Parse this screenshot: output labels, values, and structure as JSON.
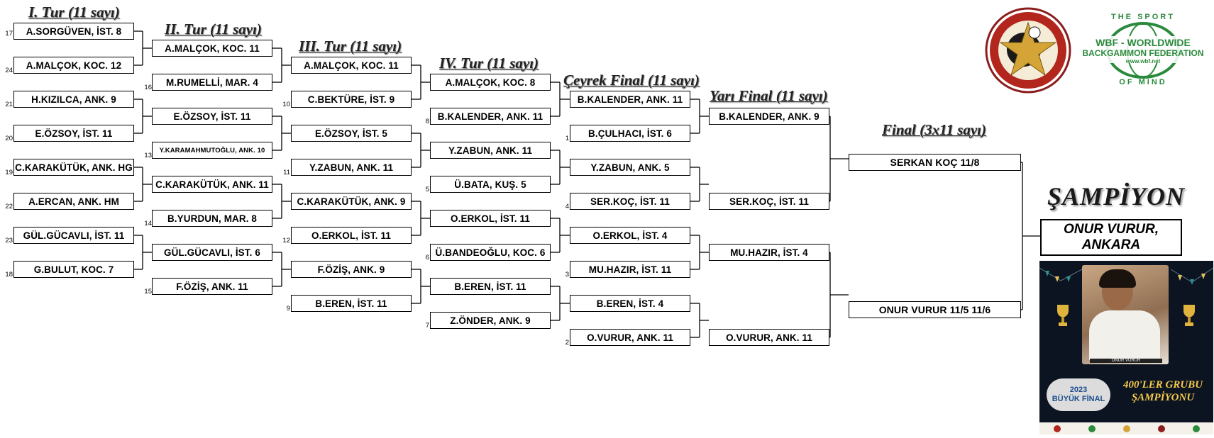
{
  "rounds": {
    "r1": {
      "title": "I. Tur (11 sayı)",
      "matches": [
        {
          "seed": "17",
          "label": "A.SORGÜVEN, İST.  8"
        },
        {
          "seed": "24",
          "label": "A.MALÇOK, KOC.  12"
        },
        {
          "seed": "21",
          "label": "H.KIZILCA, ANK.  9"
        },
        {
          "seed": "20",
          "label": "E.ÖZSOY, İST.  11"
        },
        {
          "seed": "19",
          "label": "C.KARAKÜTÜK, ANK. HG"
        },
        {
          "seed": "22",
          "label": "A.ERCAN, ANK. HM"
        },
        {
          "seed": "23",
          "label": "GÜL.GÜCAVLI, İST.  11"
        },
        {
          "seed": "18",
          "label": "G.BULUT, KOC.  7"
        }
      ]
    },
    "r2": {
      "title": "II. Tur (11 sayı)",
      "matches": [
        {
          "seed": "",
          "label": "A.MALÇOK, KOC.  11"
        },
        {
          "seed": "16",
          "label": "M.RUMELLİ, MAR.  4"
        },
        {
          "seed": "",
          "label": "E.ÖZSOY, İST.  11"
        },
        {
          "seed": "13",
          "label": "Y.KARAMAHMUTOĞLU, ANK. 10"
        },
        {
          "seed": "",
          "label": "C.KARAKÜTÜK, ANK. 11"
        },
        {
          "seed": "14",
          "label": "B.YURDUN, MAR.  8"
        },
        {
          "seed": "",
          "label": "GÜL.GÜCAVLI, İST.  6"
        },
        {
          "seed": "15",
          "label": "F.ÖZİŞ, ANK.  11"
        }
      ]
    },
    "r3": {
      "title": "III. Tur (11 sayı)",
      "matches": [
        {
          "seed": "",
          "label": "A.MALÇOK, KOC.  11"
        },
        {
          "seed": "10",
          "label": "C.BEKTÜRE, İST.  9"
        },
        {
          "seed": "",
          "label": "E.ÖZSOY, İST.  5"
        },
        {
          "seed": "11",
          "label": "Y.ZABUN, ANK.  11"
        },
        {
          "seed": "",
          "label": "C.KARAKÜTÜK, ANK. 9"
        },
        {
          "seed": "12",
          "label": "O.ERKOL, İST.  11"
        },
        {
          "seed": "",
          "label": "F.ÖZİŞ, ANK.  9"
        },
        {
          "seed": "9",
          "label": "B.EREN, İST.  11"
        }
      ]
    },
    "r4": {
      "title": "IV. Tur (11 sayı)",
      "matches": [
        {
          "seed": "",
          "label": "A.MALÇOK, KOC.  8"
        },
        {
          "seed": "8",
          "label": "B.KALENDER, ANK.  11"
        },
        {
          "seed": "",
          "label": "Y.ZABUN, ANK.  11"
        },
        {
          "seed": "5",
          "label": "Ü.BATA, KUŞ.  5"
        },
        {
          "seed": "",
          "label": "O.ERKOL, İST.  11"
        },
        {
          "seed": "6",
          "label": "Ü.BANDEOĞLU, KOC. 6"
        },
        {
          "seed": "",
          "label": "B.EREN, İST.  11"
        },
        {
          "seed": "7",
          "label": "Z.ÖNDER, ANK.  9"
        }
      ]
    },
    "r5": {
      "title": "Çeyrek Final (11 sayı)",
      "matches": [
        {
          "seed": "",
          "label": "B.KALENDER, ANK.  11"
        },
        {
          "seed": "1",
          "label": "B.ÇULHACI, İST.  6"
        },
        {
          "seed": "",
          "label": "Y.ZABUN, ANK.  5"
        },
        {
          "seed": "4",
          "label": "SER.KOÇ, İST.  11"
        },
        {
          "seed": "",
          "label": "O.ERKOL, İST.  4"
        },
        {
          "seed": "3",
          "label": "MU.HAZIR, İST.  11"
        },
        {
          "seed": "",
          "label": "B.EREN, İST.  4"
        },
        {
          "seed": "2",
          "label": "O.VURUR, ANK.  11"
        }
      ]
    },
    "r6": {
      "title": "Yarı Final (11 sayı)",
      "matches": [
        {
          "seed": "",
          "label": "B.KALENDER, ANK.  9"
        },
        {
          "seed": "",
          "label": "SER.KOÇ, İST.  11"
        },
        {
          "seed": "",
          "label": "MU.HAZIR, İST.  4"
        },
        {
          "seed": "",
          "label": "O.VURUR, ANK.  11"
        }
      ]
    },
    "final": {
      "title": "Final (3x11 sayı)",
      "matches": [
        {
          "seed": "",
          "label": "SERKAN KOÇ  11/8"
        },
        {
          "seed": "",
          "label": "ONUR VURUR  11/5  11/6"
        }
      ]
    }
  },
  "champion": {
    "title": "ŞAMPİYON",
    "name_line1": "ONUR VURUR,",
    "name_line2": "ANKARA"
  },
  "logos": {
    "left_logo_icon": "club-logo-icon",
    "right_logo": {
      "top_text": "THE SPORT",
      "line1": "WBF - WORLDWIDE",
      "line2": "BACKGAMMON FEDERATION",
      "url": "www.wbf.net",
      "bottom_text": "OF MIND"
    }
  },
  "poster": {
    "photo_caption": "ONUR VURUR",
    "badge_year": "2023",
    "badge_text": "BÜYÜK FİNAL",
    "gold_line1": "400'LER GRUBU",
    "gold_line2": "ŞAMPİYONU"
  },
  "colors": {
    "line": "#000000",
    "poster_bg": "#0b1420",
    "gold": "#f6c94a",
    "badge_blue": "#1d4e8f",
    "wbf_green": "#2a8a3c"
  }
}
